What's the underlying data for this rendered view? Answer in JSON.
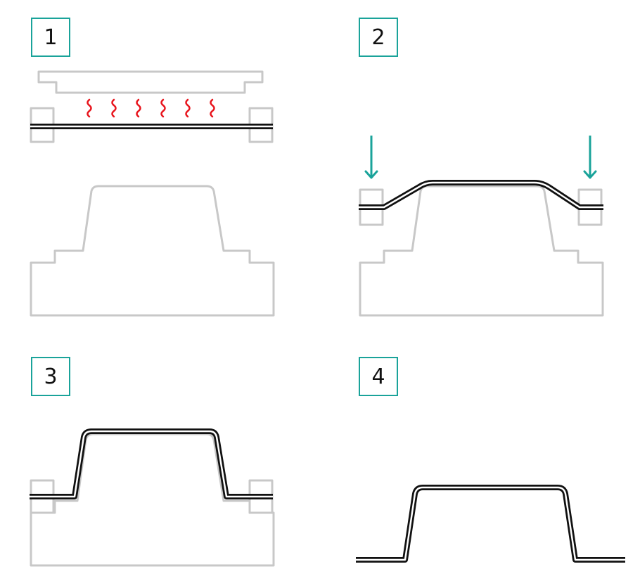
{
  "steps": [
    {
      "label": "1"
    },
    {
      "label": "2"
    },
    {
      "label": "3"
    },
    {
      "label": "4"
    }
  ],
  "colors": {
    "badge_border": "#1aa39a",
    "arrow": "#1aa39a",
    "heat": "#e8141c",
    "mold": "#c8c8c8",
    "sheet": "#111111"
  }
}
